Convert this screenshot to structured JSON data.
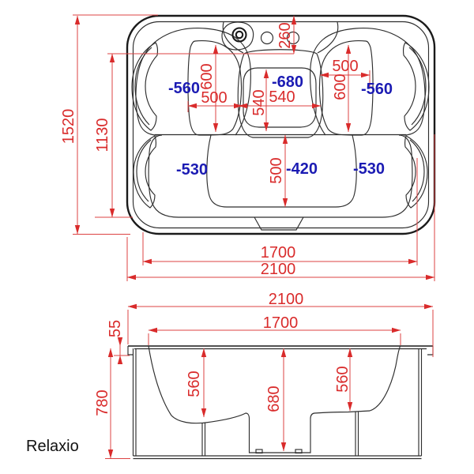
{
  "brand": "Relaxio",
  "colors": {
    "dimension_red": "#d92b2b",
    "depth_blue": "#1b1bb3",
    "outline_black": "#1a1a1a"
  },
  "top_view": {
    "overall_width": "2100",
    "basin_width": "1700",
    "overall_length": "1520",
    "basin_length": "1130",
    "top_edge_offset": "260",
    "seat_left": {
      "width": "500",
      "length": "600",
      "depth": "-560"
    },
    "seat_right": {
      "width": "500",
      "length": "600",
      "depth": "-560"
    },
    "footwell": {
      "width": "540",
      "length": "540",
      "depth": "-680"
    },
    "bench": {
      "length": "500",
      "depth_left": "-530",
      "depth_center": "-420",
      "depth_right": "-530"
    }
  },
  "front_view": {
    "overall_width": "2100",
    "basin_width": "1700",
    "rim_height": "55",
    "overall_height": "780",
    "seat_left_depth": "560",
    "footwell_depth": "680",
    "seat_right_depth": "560"
  }
}
